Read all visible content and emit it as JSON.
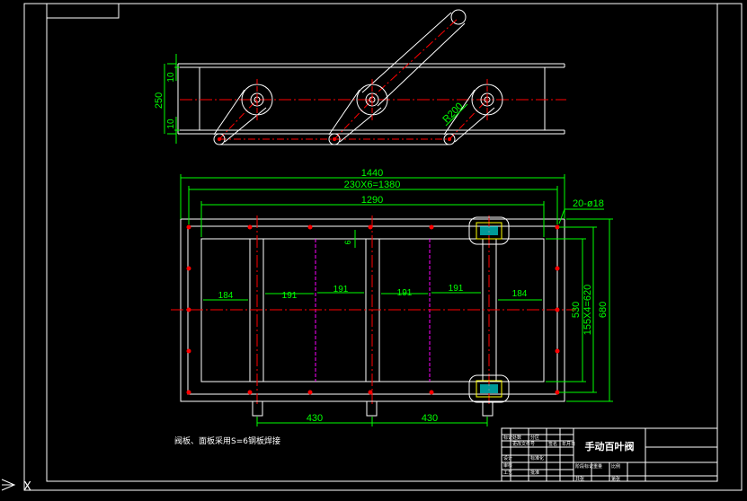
{
  "drawing": {
    "dimensions": {
      "side_height": "250",
      "side_flange_top": "10",
      "side_flange_bottom": "10",
      "blade_radius": "R200",
      "overall_length": "1440",
      "hole_pitch": "230X6=1380",
      "frame_opening": "1290",
      "hole_spec": "20-ø18",
      "plate_thickness": "6",
      "spans": [
        "184",
        "191",
        "191",
        "191",
        "191",
        "184"
      ],
      "opening_height": "530",
      "hole_pitch_vertical": "155X4=620",
      "overall_height": "680",
      "support_left": "430",
      "support_right": "430"
    },
    "note": "阀板、面板采用S=6钢板焊接",
    "colors": {
      "background": "#000000",
      "outline": "#ffffff",
      "dimension": "#00ff00",
      "centerline": "#ff0000",
      "blade_line": "#ff00ff",
      "fixture": "#ffff00"
    }
  },
  "title_block": {
    "title": "手动百叶阀",
    "cells": [
      "标记",
      "处数",
      "分区",
      "更改文件号",
      "签名",
      "年月日",
      "设计",
      "标准化",
      "审核",
      "工艺",
      "批准",
      "阶段标记",
      "重量",
      "比例",
      "共张",
      "第张"
    ]
  },
  "ucs": {
    "axis_label": "X"
  }
}
